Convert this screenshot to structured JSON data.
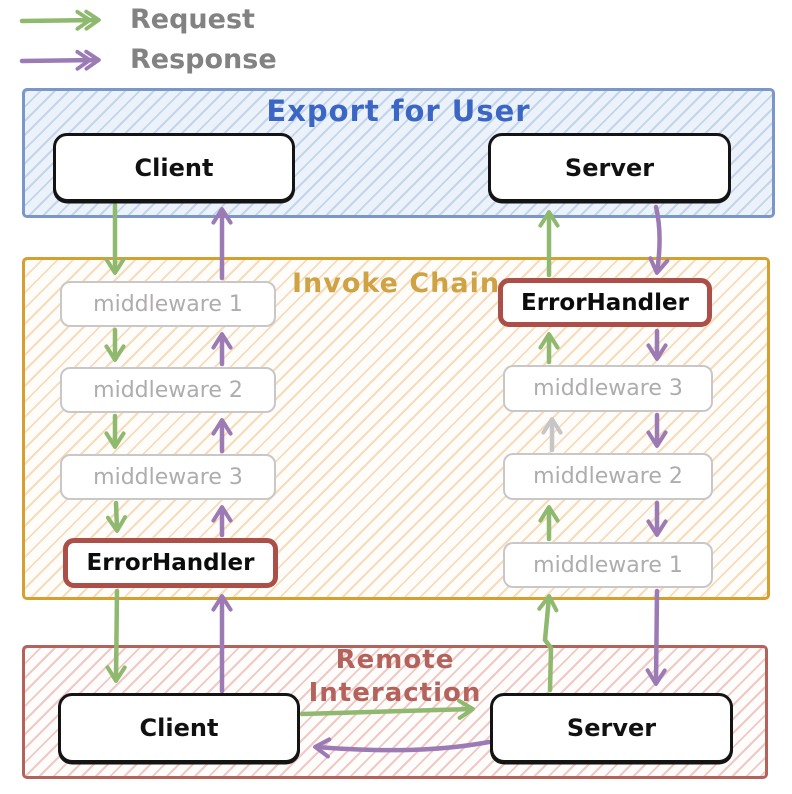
{
  "legend": {
    "items": [
      {
        "label": "Request",
        "icon": "request-arrow-icon",
        "color": "#8fb96e"
      },
      {
        "label": "Response",
        "icon": "response-arrow-icon",
        "color": "#9c7bb5"
      }
    ]
  },
  "colors": {
    "request_green": "#8fb96e",
    "response_purple": "#9c7bb5",
    "skipped_gray": "#c6c6c6",
    "export_border_blue": "#7b97c9",
    "export_title_blue": "#3b66c4",
    "invoke_border_gold": "#d6a031",
    "invoke_title_gold": "#cfa243",
    "remote_border_red": "#b4635c",
    "remote_title_red": "#b4635c",
    "error_handler_border_red": "#ac4f49",
    "middleware_gray_text": "#aeacac",
    "legend_text_gray": "#828282"
  },
  "sections": {
    "export_for_user": {
      "title": "Export for User",
      "client": "Client",
      "server": "Server"
    },
    "invoke_chain": {
      "title": "Invoke Chain",
      "left_chain": [
        "middleware 1",
        "middleware 2",
        "middleware 3",
        "ErrorHandler"
      ],
      "right_chain": [
        "ErrorHandler",
        "middleware 3",
        "middleware 2",
        "middleware 1"
      ]
    },
    "remote_interaction": {
      "title_line1": "Remote",
      "title_line2": "Interaction",
      "client": "Client",
      "server": "Server"
    }
  }
}
